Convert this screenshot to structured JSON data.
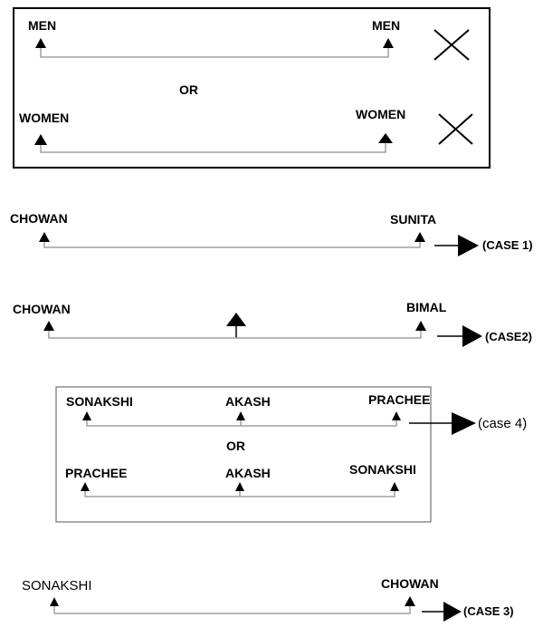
{
  "top_box": {
    "men_left": "MEN",
    "men_right": "MEN",
    "or": "OR",
    "women_left": "WOMEN",
    "women_right": "WOMEN"
  },
  "case1": {
    "left": "CHOWAN",
    "right": "SUNITA",
    "case": "(CASE 1)"
  },
  "case2": {
    "left": "CHOWAN",
    "right": "BIMAL",
    "case": "(CASE2)"
  },
  "case4": {
    "row1": {
      "left": "SONAKSHI",
      "middle": "AKASH",
      "right": "PRACHEE"
    },
    "or": "OR",
    "row2": {
      "left": "PRACHEE",
      "middle": "AKASH",
      "right": "SONAKSHI"
    },
    "case": "(case 4)"
  },
  "case3": {
    "left": "SONAKSHI",
    "right": "CHOWAN",
    "case": "(CASE 3)"
  }
}
